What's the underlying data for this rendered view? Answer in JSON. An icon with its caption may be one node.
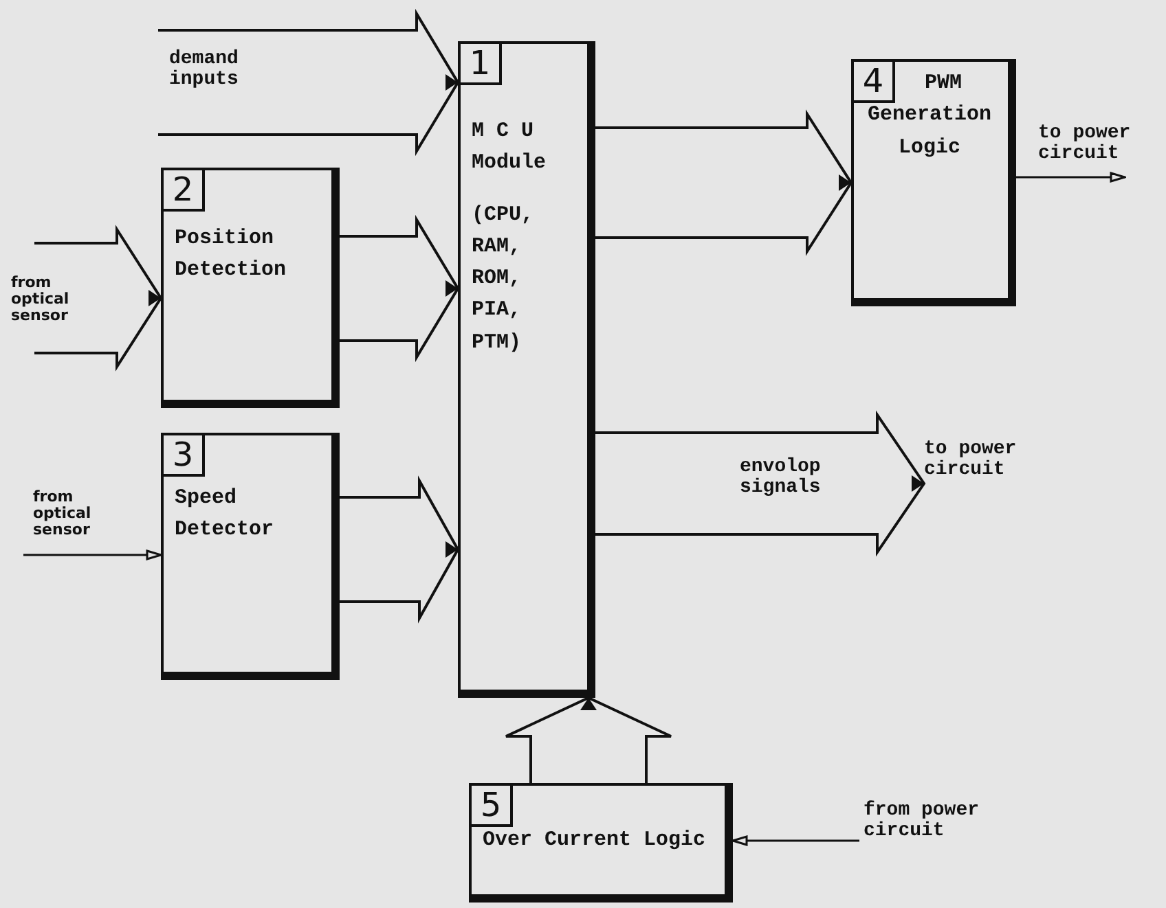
{
  "diagram": {
    "nodes": [
      {
        "text": [
          "1",
          "M C U Module",
          "(CPU, RAM, ROM, PIA, PTM)"
        ]
      },
      {
        "text": [
          "2",
          "Position Detection"
        ]
      },
      {
        "text": [
          "3",
          "Speed Detector"
        ]
      },
      {
        "text": [
          "4",
          "PWM Generation Logic"
        ]
      },
      {
        "text": [
          "5",
          "Over Current Logic"
        ]
      },
      {
        "text": [
          "to power circuit"
        ]
      }
    ],
    "edges": [
      {
        "from": null,
        "to": 0,
        "arrow": "to",
        "label": "demand inputs"
      },
      {
        "from": null,
        "to": 1,
        "arrow": "to",
        "label": "from optical sensor"
      },
      {
        "from": 1,
        "to": 0,
        "arrow": "to"
      },
      {
        "from": null,
        "to": 2,
        "arrow": "to",
        "label": "from optical sensor"
      },
      {
        "from": 2,
        "to": 0,
        "arrow": "to"
      },
      {
        "from": 0,
        "to": 3,
        "arrow": "to"
      },
      {
        "from": 3,
        "to": null,
        "arrow": "to",
        "label": "to power circuit"
      },
      {
        "from": 0,
        "to": 5,
        "arrow": "to",
        "label": "envolop signals"
      },
      {
        "from": 4,
        "to": 0,
        "arrow": "to"
      },
      {
        "from": null,
        "to": 4,
        "arrow": "to",
        "label": "from power circuit"
      }
    ]
  }
}
